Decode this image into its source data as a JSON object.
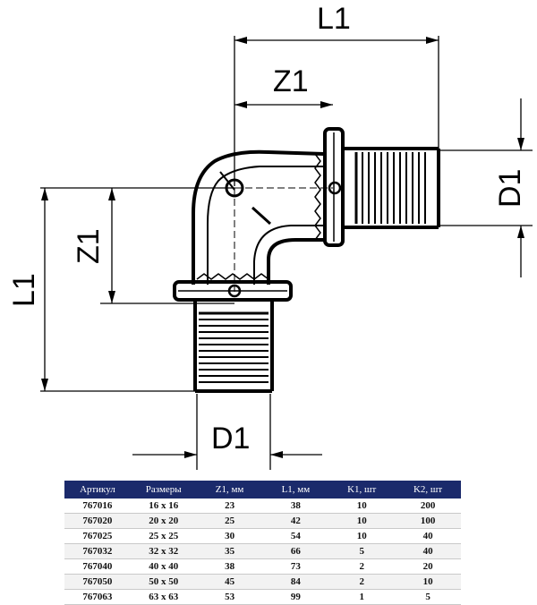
{
  "drawing": {
    "labels": {
      "l1_top": "L1",
      "z1_top": "Z1",
      "d1_right": "D1",
      "l1_left": "L1",
      "z1_left": "Z1",
      "d1_bottom": "D1"
    }
  },
  "table": {
    "headers": [
      "Артикул",
      "Размеры",
      "Z1, мм",
      "L1, мм",
      "K1, шт",
      "K2, шт"
    ],
    "rows": [
      [
        "767016",
        "16 x 16",
        "23",
        "38",
        "10",
        "200"
      ],
      [
        "767020",
        "20 x 20",
        "25",
        "42",
        "10",
        "100"
      ],
      [
        "767025",
        "25 x 25",
        "30",
        "54",
        "10",
        "40"
      ],
      [
        "767032",
        "32 x 32",
        "35",
        "66",
        "5",
        "40"
      ],
      [
        "767040",
        "40 x 40",
        "38",
        "73",
        "2",
        "20"
      ],
      [
        "767050",
        "50 x 50",
        "45",
        "84",
        "2",
        "10"
      ],
      [
        "767063",
        "63 x 63",
        "53",
        "99",
        "1",
        "5"
      ]
    ],
    "header_color": "#1b2a6b"
  }
}
